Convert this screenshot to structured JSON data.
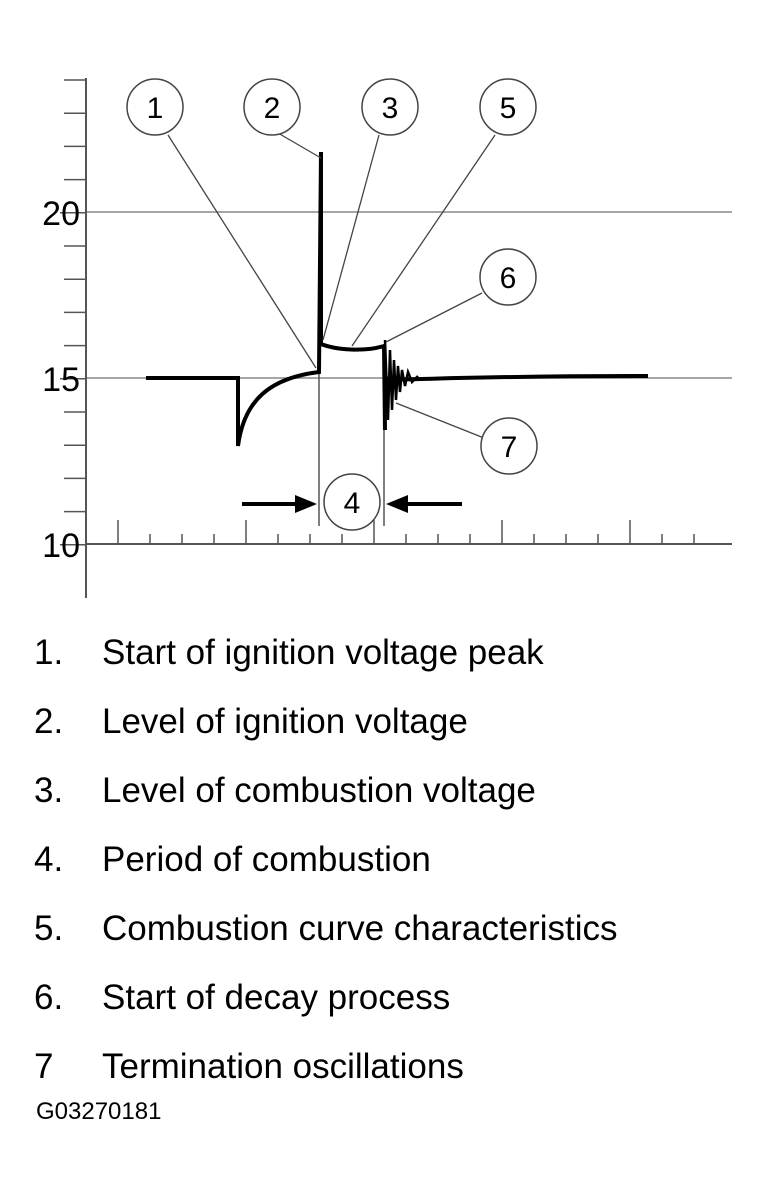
{
  "y_axis": {
    "labels": [
      {
        "value": 10,
        "text": "10"
      },
      {
        "value": 15,
        "text": "15"
      },
      {
        "value": 20,
        "text": "20"
      }
    ]
  },
  "callouts": [
    "1",
    "2",
    "3",
    "4",
    "5",
    "6",
    "7"
  ],
  "legend": [
    {
      "num": "1.",
      "text": "Start of ignition voltage peak"
    },
    {
      "num": "2.",
      "text": "Level of ignition voltage"
    },
    {
      "num": "3.",
      "text": "Level of combustion voltage"
    },
    {
      "num": "4.",
      "text": "Period of combustion"
    },
    {
      "num": "5.",
      "text": "Combustion curve characteristics"
    },
    {
      "num": "6.",
      "text": "Start of decay process"
    },
    {
      "num": "7",
      "text": "Termination oscillations"
    }
  ],
  "figure_id": "G03270181"
}
